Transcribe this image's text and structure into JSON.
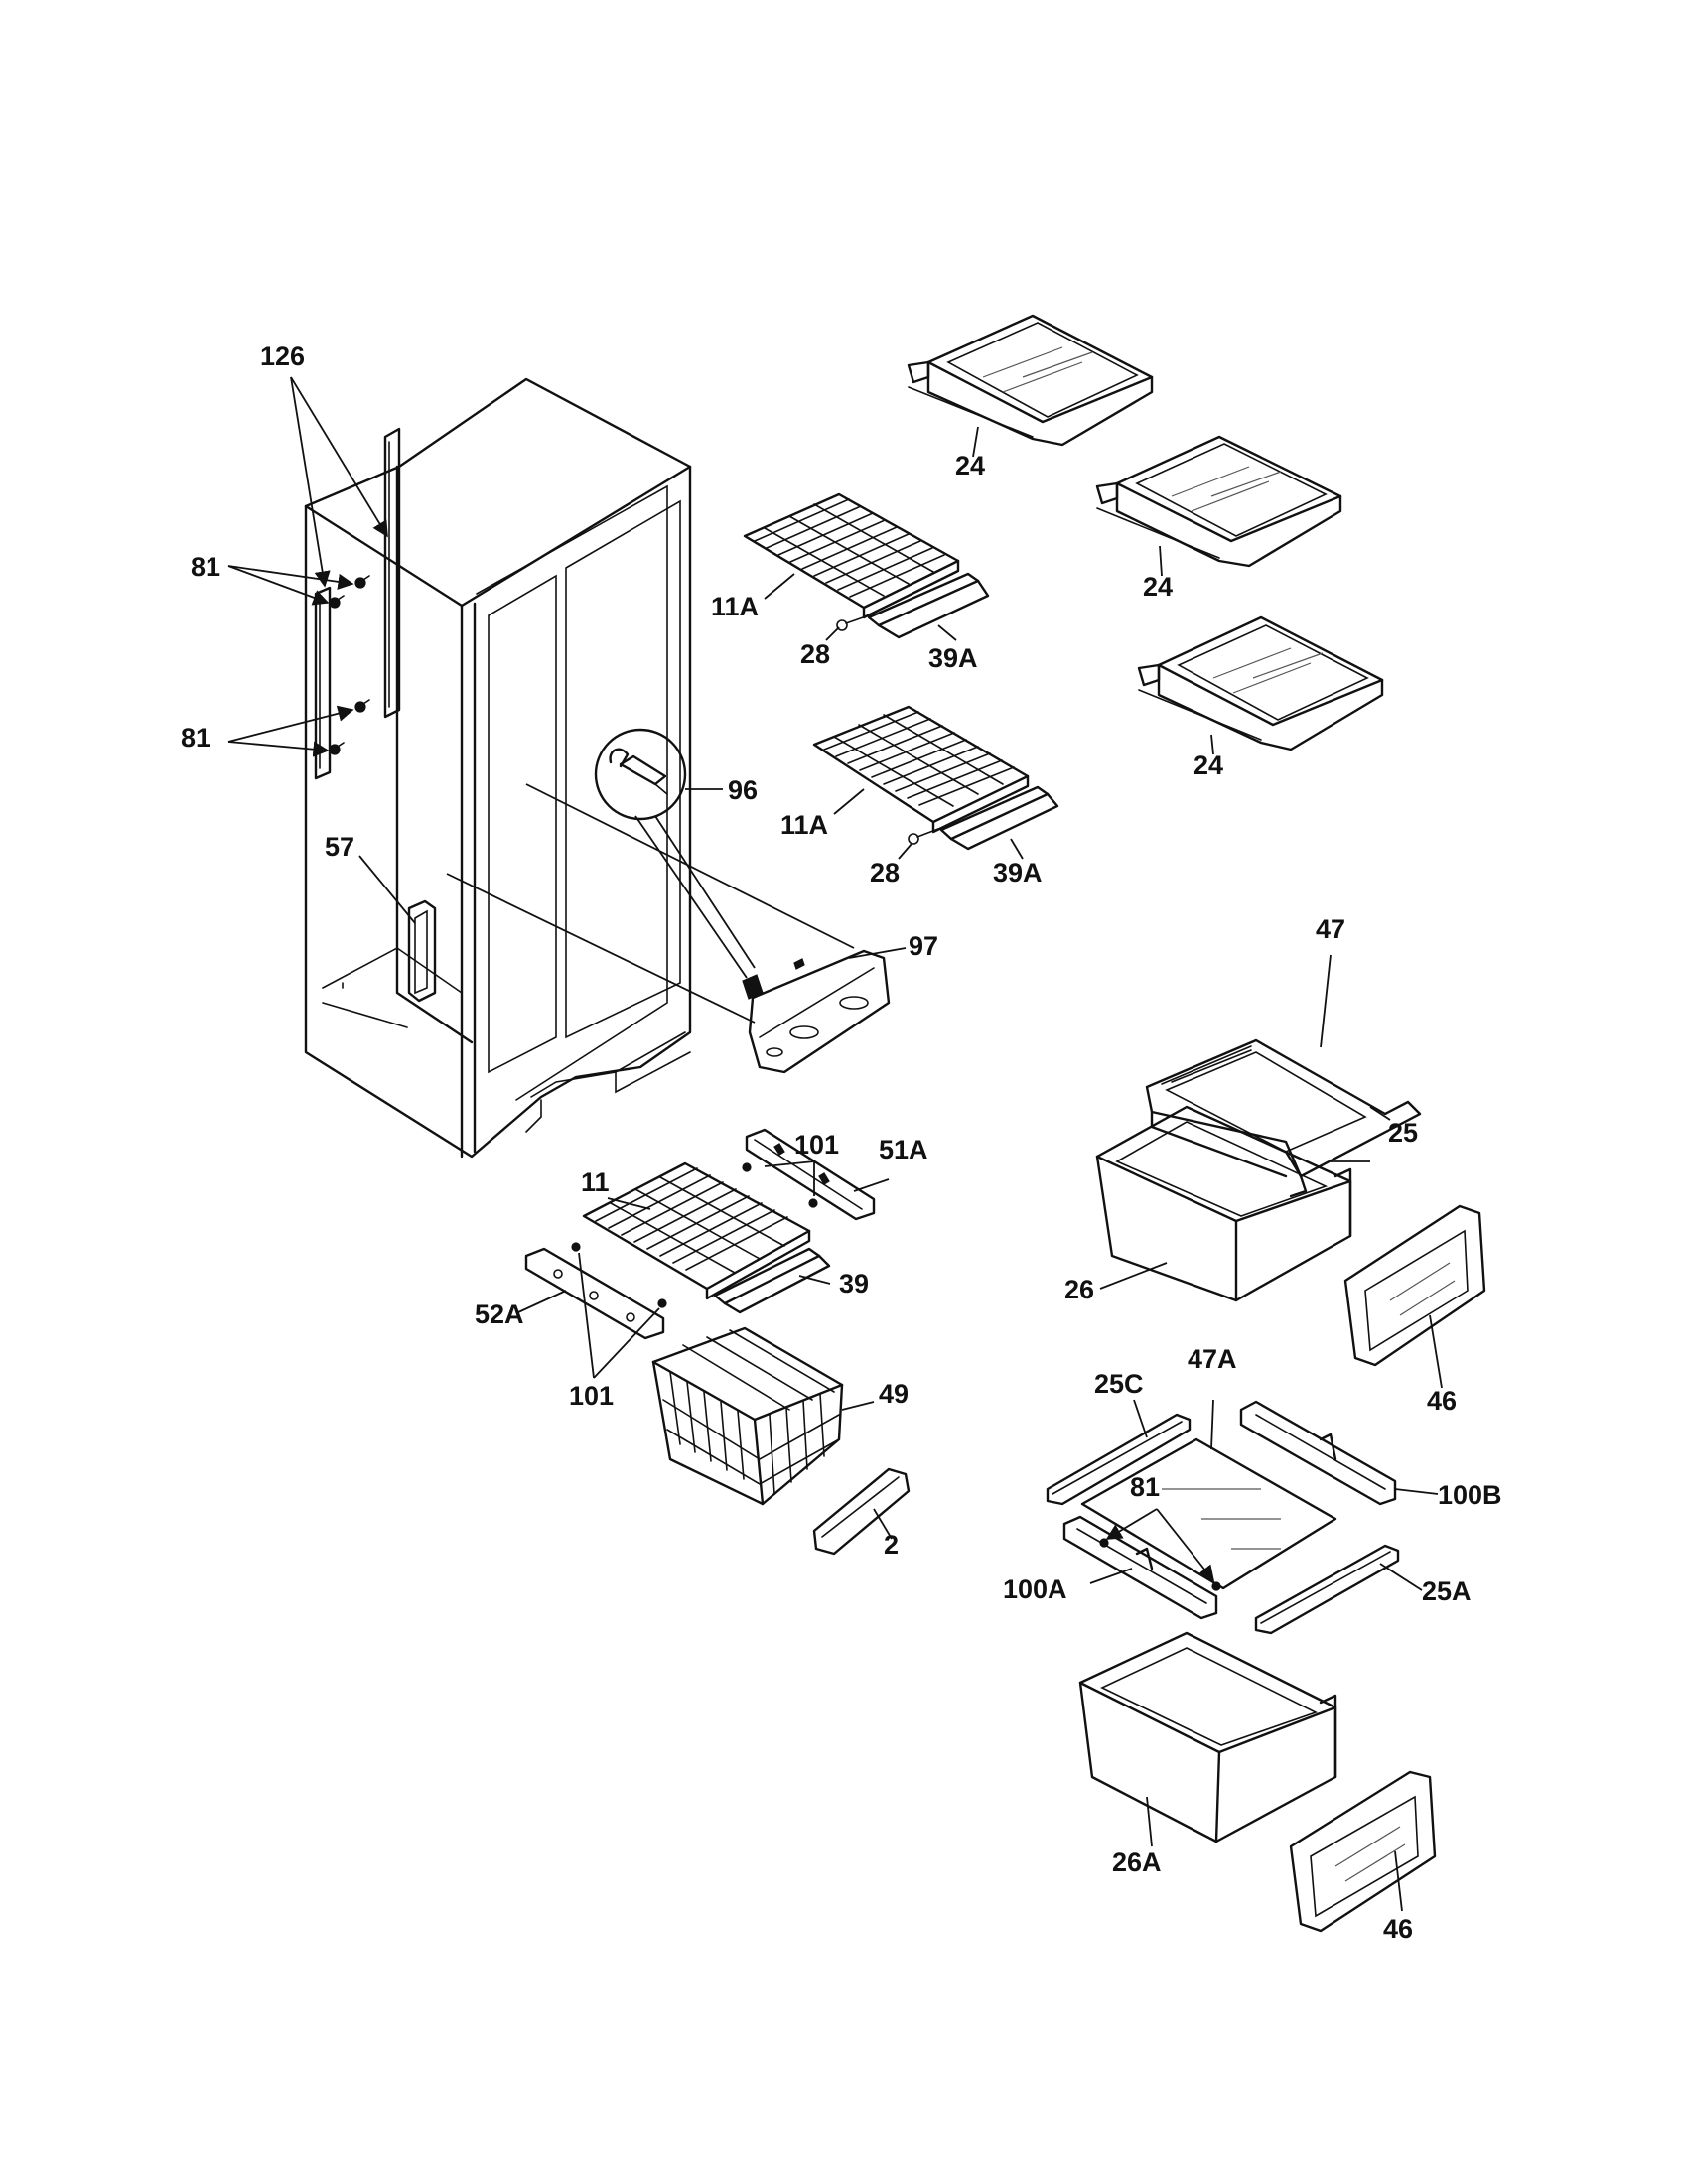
{
  "callouts": {
    "c126": "126",
    "c81_top": "81",
    "c81_mid": "81",
    "c57": "57",
    "c96": "96",
    "c97": "97",
    "c11A_top": "11A",
    "c28_top": "28",
    "c39A_top": "39A",
    "c11A_bot": "11A",
    "c28_bot": "28",
    "c39A_bot": "39A",
    "c24_a": "24",
    "c24_b": "24",
    "c24_c": "24",
    "c47": "47",
    "c25": "25",
    "c26": "26",
    "c46_top": "46",
    "c101_top": "101",
    "c51A": "51A",
    "c11": "11",
    "c39": "39",
    "c52A": "52A",
    "c101_bot": "101",
    "c49": "49",
    "c2": "2",
    "c25C": "25C",
    "c47A": "47A",
    "c81_low": "81",
    "c100B": "100B",
    "c100A": "100A",
    "c25A": "25A",
    "c26A": "26A",
    "c46_bot": "46"
  }
}
